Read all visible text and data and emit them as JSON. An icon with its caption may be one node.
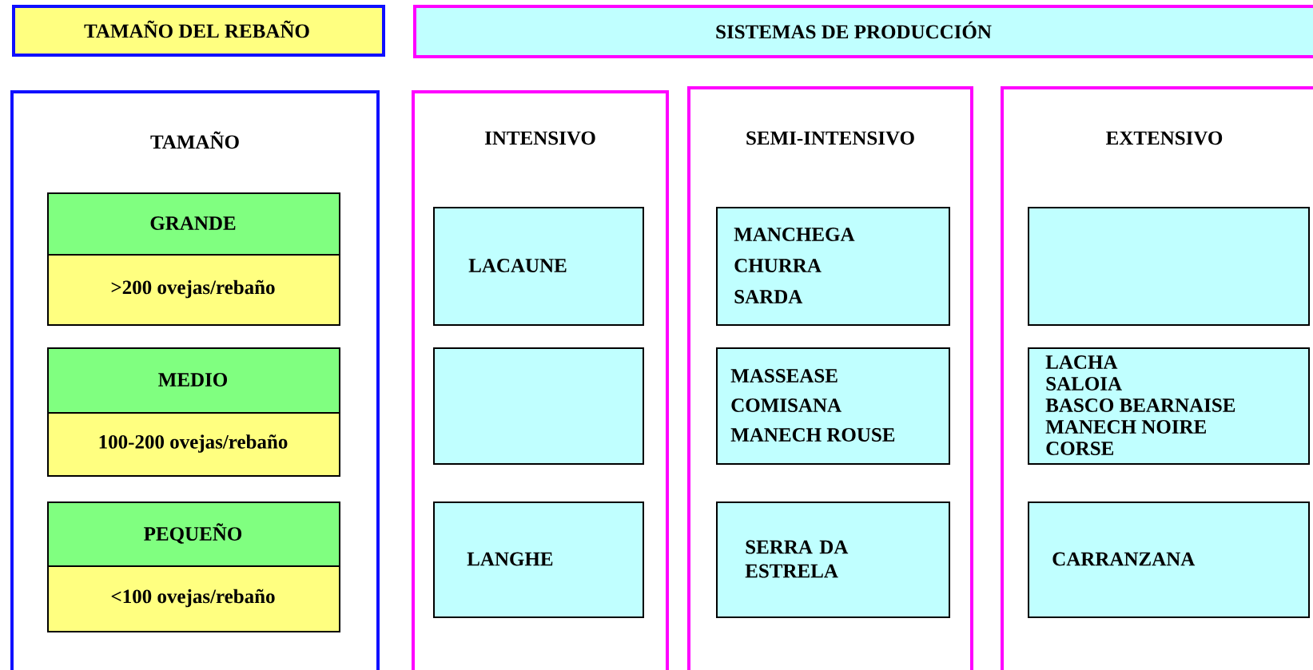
{
  "diagram": {
    "nodes": [
      {
        "text": [
          "TAMAÑO DEL REBAÑO"
        ]
      },
      {
        "text": [
          "SISTEMAS DE PRODUCCIÓN"
        ]
      },
      {
        "text": [
          "TAMAÑO"
        ]
      },
      {
        "text": [
          "GRANDE"
        ],
        "in": 2
      },
      {
        "text": [
          ">200 ovejas/rebaño"
        ],
        "in": 2
      },
      {
        "text": [
          "MEDIO"
        ],
        "in": 2
      },
      {
        "text": [
          "100-200 ovejas/rebaño"
        ],
        "in": 2
      },
      {
        "text": [
          "PEQUEÑO"
        ],
        "in": 2
      },
      {
        "text": [
          "<100 ovejas/rebaño"
        ],
        "in": 2
      },
      {
        "text": [
          "INTENSIVO"
        ]
      },
      {
        "text": [
          "LACAUNE"
        ],
        "in": 9
      },
      {
        "text": [],
        "shape": "box",
        "in": 9
      },
      {
        "text": [
          "LANGHE"
        ],
        "in": 9
      },
      {
        "text": [
          "SEMI-INTENSIVO"
        ]
      },
      {
        "text": [
          "MANCHEGA",
          "CHURRA",
          "SARDA"
        ],
        "in": 13
      },
      {
        "text": [
          "MASSEASE",
          "COMISANA",
          "MANECH ROUSE"
        ],
        "in": 13
      },
      {
        "text": [
          "SERRA DA ESTRELA"
        ],
        "in": 13
      },
      {
        "text": [
          "EXTENSIVO"
        ]
      },
      {
        "text": [],
        "shape": "box",
        "in": 17
      },
      {
        "text": [
          "LACHA",
          "SALOIA",
          "BASCO BEARNAISE",
          "MANECH NOIRE",
          "CORSE"
        ],
        "in": 17
      },
      {
        "text": [
          "CARRANZANA"
        ],
        "in": 17
      }
    ]
  }
}
